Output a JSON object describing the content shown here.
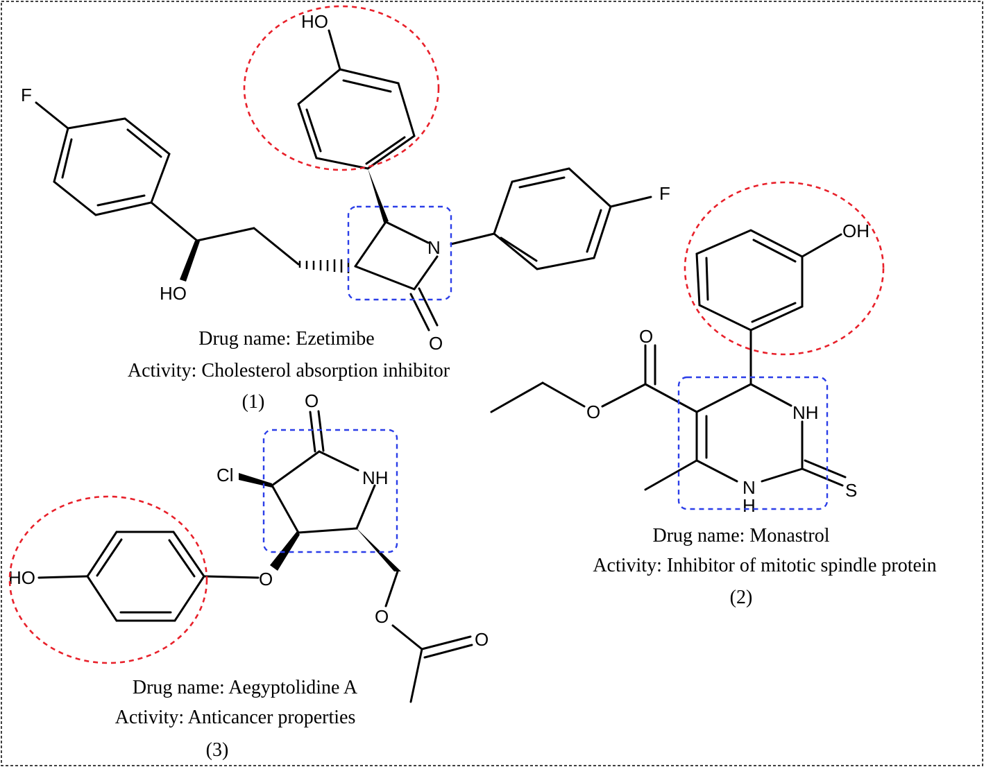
{
  "colors": {
    "circle_highlight": "#e8202a",
    "box_highlight": "#2b3ee8",
    "line": "#000000",
    "background": "#ffffff"
  },
  "compounds": [
    {
      "id": "ezetimibe",
      "name_line": "Drug name: Ezetimibe",
      "activity_line": "Activity: Cholesterol absorption inhibitor",
      "number": "(1)",
      "atom_labels": {
        "f1": "F",
        "f2": "F",
        "ho_top": "HO",
        "ho_side": "HO",
        "n": "N",
        "o": "O"
      }
    },
    {
      "id": "monastrol",
      "name_line": "Drug name: Monastrol",
      "activity_line": "Activity: Inhibitor of mitotic spindle protein",
      "number": "(2)",
      "atom_labels": {
        "oh": "OH",
        "o_carbonyl": "O",
        "o_ester": "O",
        "nh_top": "NH",
        "n_bottom": "N",
        "h_bottom": "H",
        "s": "S"
      }
    },
    {
      "id": "aegyptolidine-a",
      "name_line": "Drug name: Aegyptolidine A",
      "activity_line": "Activity: Anticancer properties",
      "number": "(3)",
      "atom_labels": {
        "o_top": "O",
        "cl": "Cl",
        "nh": "NH",
        "ho": "HO",
        "o_ether": "O",
        "o_ester": "O",
        "o_carbonyl": "O"
      }
    }
  ]
}
